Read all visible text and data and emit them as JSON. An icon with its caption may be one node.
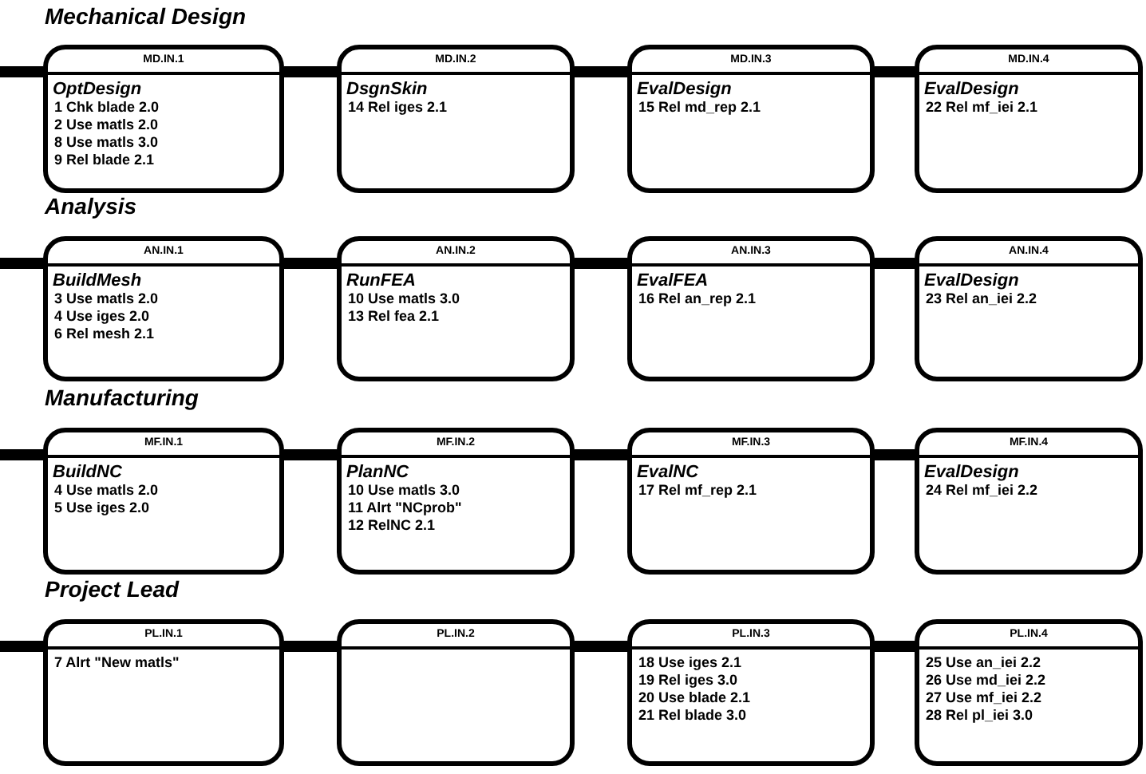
{
  "diagram": {
    "nodes": [
      {
        "text": [
          "MD.IN.1",
          "OptDesign",
          "1 Chk blade 2.0",
          "2 Use matls 2.0",
          "8 Use matls 3.0",
          "9 Rel blade 2.1"
        ]
      },
      {
        "text": [
          "MD.IN.2",
          "DsgnSkin",
          "14 Rel iges 2.1"
        ]
      },
      {
        "text": [
          "MD.IN.3",
          "EvalDesign",
          "15 Rel md_rep 2.1"
        ]
      },
      {
        "text": [
          "MD.IN.4",
          "EvalDesign",
          "22 Rel mf_iei 2.1"
        ]
      },
      {
        "text": [
          "AN.IN.1",
          "BuildMesh",
          "3 Use matls 2.0",
          "4 Use iges 2.0",
          "6 Rel mesh 2.1"
        ]
      },
      {
        "text": [
          "AN.IN.2",
          "RunFEA",
          "10 Use matls 3.0",
          "13 Rel fea 2.1"
        ]
      },
      {
        "text": [
          "AN.IN.3",
          "EvalFEA",
          "16 Rel an_rep 2.1"
        ]
      },
      {
        "text": [
          "AN.IN.4",
          "EvalDesign",
          "23 Rel an_iei 2.2"
        ]
      },
      {
        "text": [
          "MF.IN.1",
          "BuildNC",
          "4 Use matls 2.0",
          "5 Use iges 2.0"
        ]
      },
      {
        "text": [
          "MF.IN.2",
          "PlanNC",
          "10 Use matls 3.0",
          "11 Alrt \"NCprob\"",
          "12 RelNC 2.1"
        ]
      },
      {
        "text": [
          "MF.IN.3",
          "EvalNC",
          "17 Rel mf_rep 2.1"
        ]
      },
      {
        "text": [
          "MF.IN.4",
          "EvalDesign",
          "24 Rel mf_iei 2.2"
        ]
      },
      {
        "text": [
          "PL.IN.1",
          "7 Alrt \"New matls\""
        ]
      },
      {
        "text": [
          "PL.IN.2"
        ]
      },
      {
        "text": [
          "PL.IN.3",
          "18 Use iges 2.1",
          "19 Rel iges 3.0",
          "20 Use blade 2.1",
          "21 Rel blade 3.0"
        ]
      },
      {
        "text": [
          "PL.IN.4",
          "25 Use an_iei 2.2",
          "26 Use md_iei 2.2",
          "27 Use mf_iei 2.2",
          "28 Rel pl_iei 3.0"
        ]
      }
    ],
    "edges": [
      {
        "from": null,
        "to": 0,
        "arrow": "none"
      },
      {
        "from": 0,
        "to": 1,
        "arrow": "none"
      },
      {
        "from": 1,
        "to": 2,
        "arrow": "none"
      },
      {
        "from": 2,
        "to": 3,
        "arrow": "none"
      },
      {
        "from": null,
        "to": 4,
        "arrow": "none"
      },
      {
        "from": 4,
        "to": 5,
        "arrow": "none"
      },
      {
        "from": 5,
        "to": 6,
        "arrow": "none"
      },
      {
        "from": 6,
        "to": 7,
        "arrow": "none"
      },
      {
        "from": null,
        "to": 8,
        "arrow": "none"
      },
      {
        "from": 8,
        "to": 9,
        "arrow": "none"
      },
      {
        "from": 9,
        "to": 10,
        "arrow": "none"
      },
      {
        "from": 10,
        "to": 11,
        "arrow": "none"
      },
      {
        "from": null,
        "to": 12,
        "arrow": "none"
      },
      {
        "from": 12,
        "to": 13,
        "arrow": "none"
      },
      {
        "from": 13,
        "to": 14,
        "arrow": "none"
      },
      {
        "from": 14,
        "to": 15,
        "arrow": "none"
      }
    ],
    "labels": [
      "Mechanical Design",
      "Analysis",
      "Manufacturing",
      "Project Lead"
    ]
  }
}
